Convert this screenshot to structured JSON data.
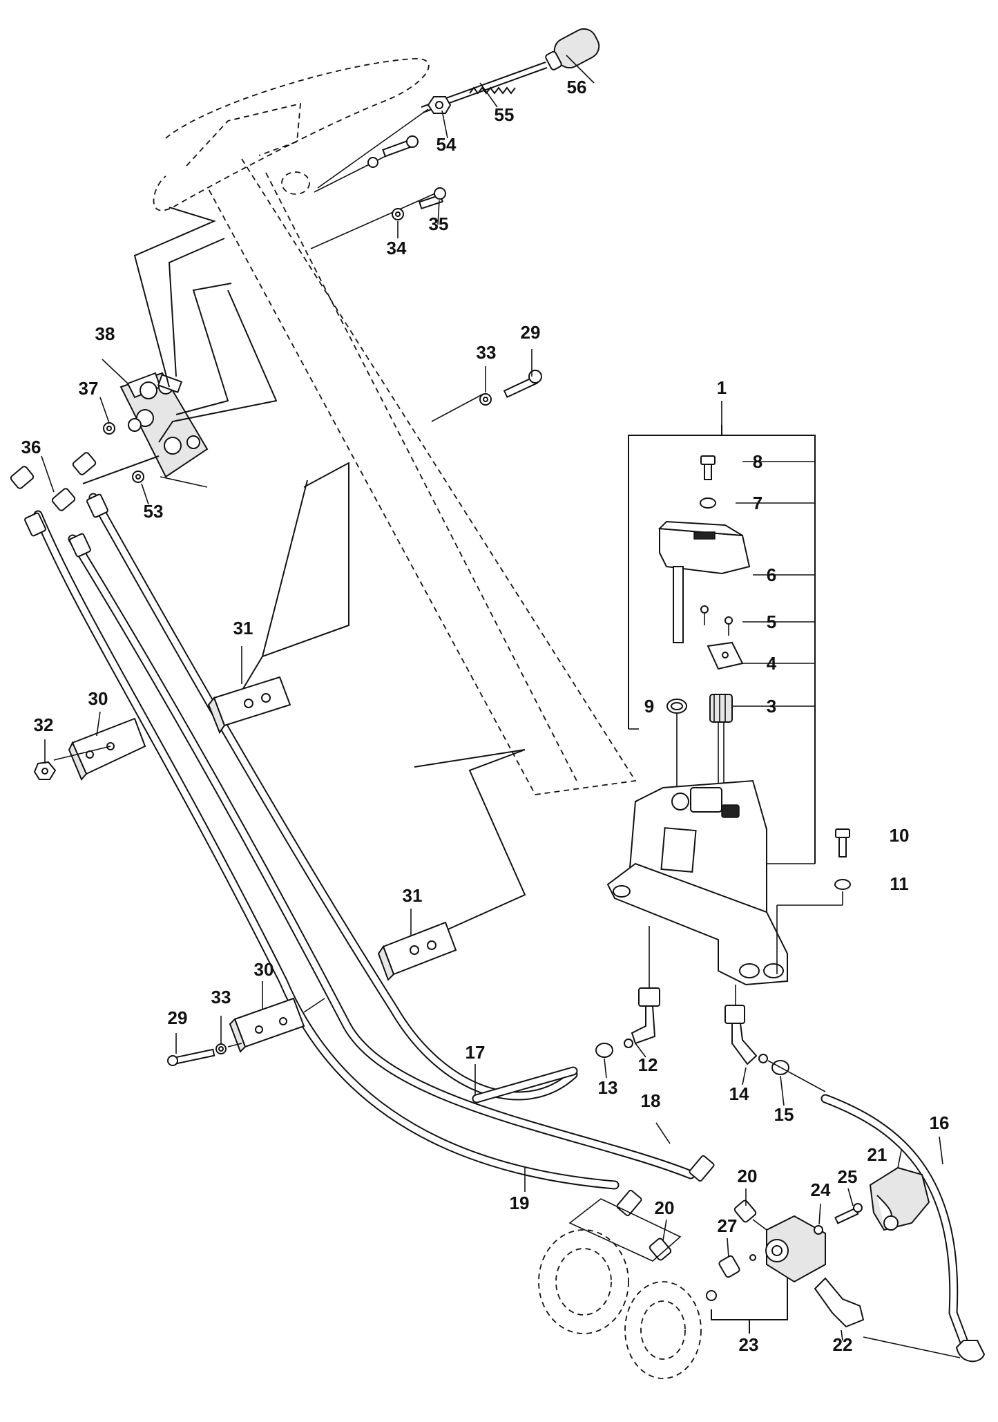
{
  "callouts": {
    "c1": "1",
    "c3": "3",
    "c4": "4",
    "c5": "5",
    "c6": "6",
    "c7": "7",
    "c8": "8",
    "c9": "9",
    "c10": "10",
    "c11": "11",
    "c12": "12",
    "c13": "13",
    "c14": "14",
    "c15": "15",
    "c16": "16",
    "c17": "17",
    "c18": "18",
    "c19": "19",
    "c20a": "20",
    "c20b": "20",
    "c21": "21",
    "c22": "22",
    "c23": "23",
    "c24": "24",
    "c25": "25",
    "c27": "27",
    "c29a": "29",
    "c29b": "29",
    "c30a": "30",
    "c30b": "30",
    "c31a": "31",
    "c31b": "31",
    "c32": "32",
    "c33a": "33",
    "c33b": "33",
    "c34": "34",
    "c35": "35",
    "c36": "36",
    "c37": "37",
    "c38": "38",
    "c53": "53",
    "c54": "54",
    "c55": "55",
    "c56": "56"
  }
}
